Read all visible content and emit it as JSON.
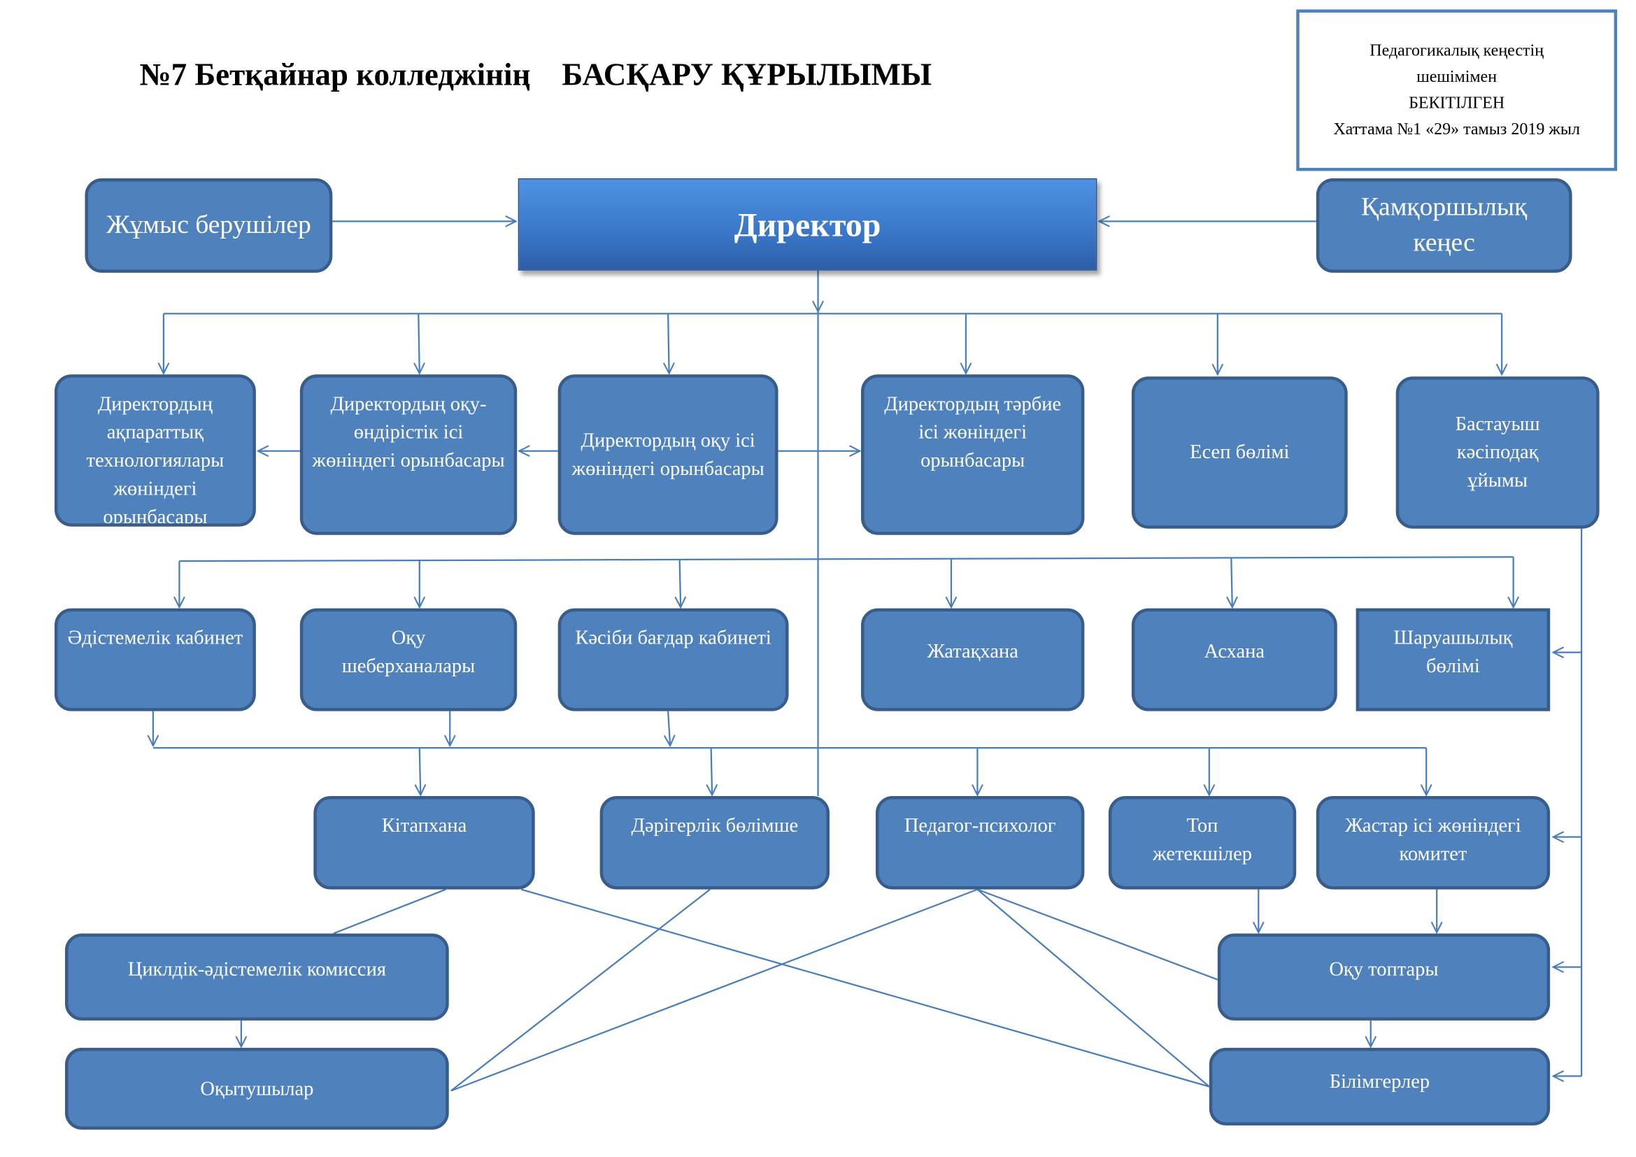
{
  "title": "№7 Бетқайнар колледжінің    БАСҚАРУ ҚҰРЫЛЫМЫ",
  "approval": {
    "line1": "Педагогикалық кеңестің",
    "line2": "шешімімен",
    "line3": "БЕКІТІЛГЕН",
    "line4": "Хаттама №1 «29» тамыз 2019 жыл"
  },
  "colors": {
    "box_fill": "#4f81bd",
    "box_border": "#385d8a",
    "connector": "#4a7ebb",
    "director": "#3a76c8"
  },
  "nodes": {
    "employers": "Жұмыс берушілер",
    "director": "Директор",
    "trustees": "Қамқоршылық кеңес",
    "deputy_it": "Директордың ақпараттық технологиялары жөніндегі орынбасары",
    "deputy_production": "Директордың оқу-өндірістік ісі жөніндегі орынбасары",
    "deputy_academic": "Директордың оқу ісі жөніндегі орынбасары",
    "deputy_upbringing": "Директордың тәрбие ісі жөніндегі орынбасары",
    "accounting": "Есеп бөлімі",
    "trade_union": "Бастауыш кәсіподақ ұйымы",
    "methodical_cabinet": "Әдістемелік кабинет",
    "workshops": "Оқу шеберханалары",
    "career_cabinet": "Кәсіби бағдар кабинеті",
    "dormitory": "Жатақхана",
    "canteen": "Асхана",
    "household": "Шаруашылық бөлімі",
    "library": "Кітапхана",
    "medical": "Дәрігерлік бөлімше",
    "psychologist": "Педагог-психолог",
    "group_leaders": "Топ жетекшілер",
    "youth_committee": "Жастар ісі жөніндегі комитет",
    "cyclic_commission": "Циклдік-әдістемелік комиссия",
    "study_groups": "Оқу топтары",
    "teachers": "Оқытушылар",
    "students": "Білімгерлер"
  }
}
